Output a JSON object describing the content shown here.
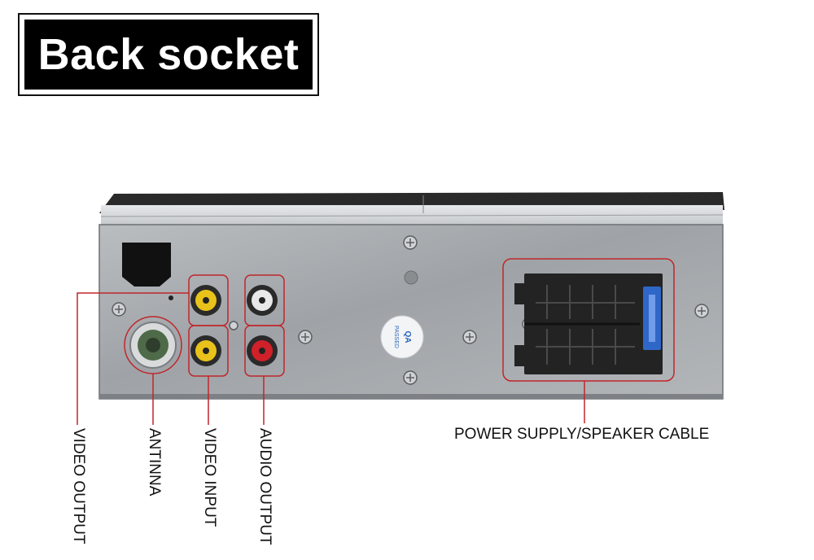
{
  "title": "Back socket",
  "labels": {
    "video_output": "VIDEO OUTPUT",
    "antenna": "ANTINNA",
    "video_input": "VIDEO INPUT",
    "audio_output": "AUDIO OUTPUT",
    "power_speaker": "POWER SUPPLY/SPEAKER CABLE"
  },
  "qa_stamp": "QA PASSED",
  "colors": {
    "callout": "#c0262a",
    "jack_yellow": "#e8c21a",
    "jack_white": "#e8e8e8",
    "jack_red": "#d0202a",
    "antenna_green": "#4f6a48",
    "panel": "#a9adb0",
    "connector": "#232323",
    "fuse": "#2f67c8"
  }
}
